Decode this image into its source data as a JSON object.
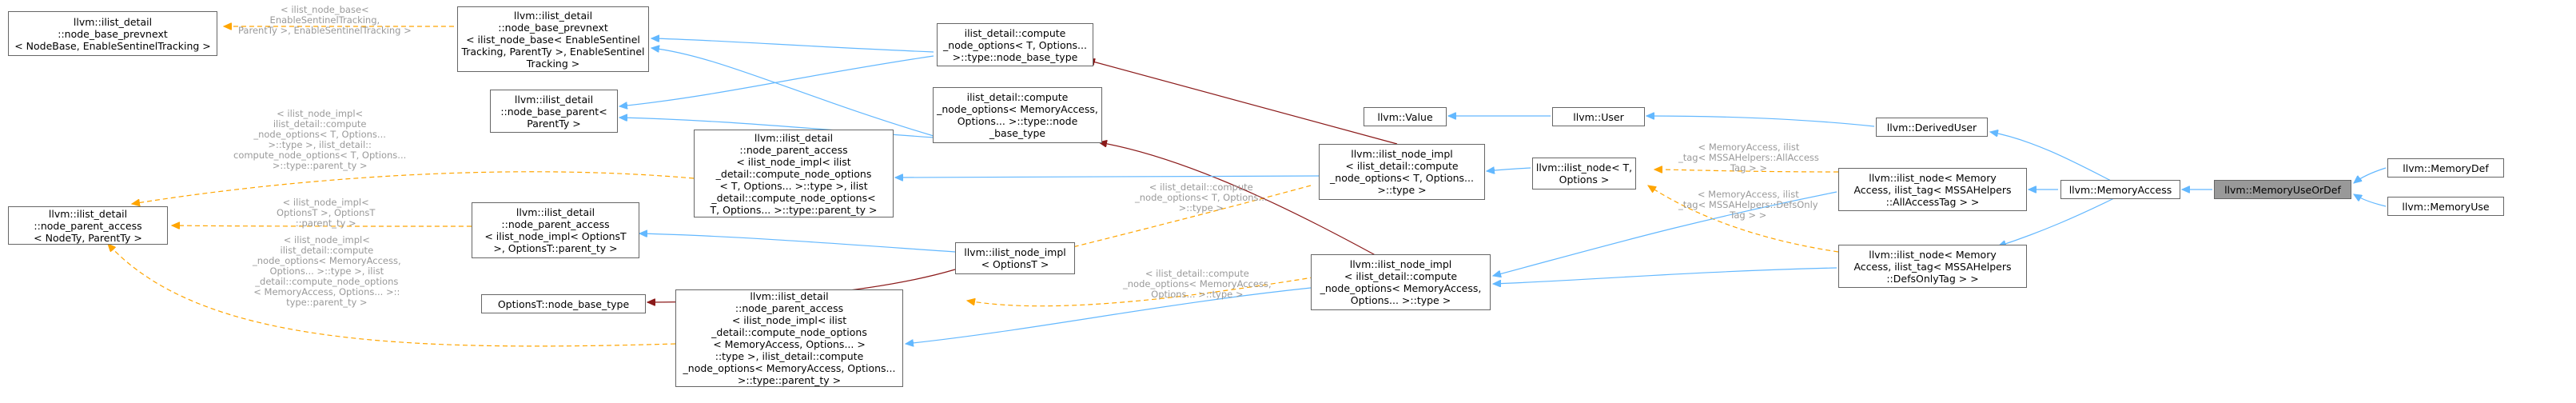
{
  "colors": {
    "inherit": "#63b8ff",
    "template": "#ffa500",
    "usage": "#8b1a1a",
    "label": "#9a9a9a",
    "node_border": "#666666",
    "highlight": "#999999"
  },
  "nodes": {
    "ipn": [
      "llvm::ilist_detail",
      "::node_base_prevnext",
      "< NodeBase, EnableSentinelTracking >"
    ],
    "ipa": [
      "llvm::ilist_detail",
      "::node_parent_access",
      "< NodeTy, ParentTy >"
    ],
    "ibp": [
      "llvm::ilist_detail",
      "::node_base_prevnext",
      "< ilist_node_base< EnableSentinel",
      "Tracking, ParentTy >, EnableSentinel",
      "Tracking >"
    ],
    "ibpar": [
      "llvm::ilist_detail",
      "::node_base_parent<",
      "ParentTy >"
    ],
    "nbt1": [
      "ilist_detail::compute",
      "_node_options< T, Options...",
      ">::type::node_base_type"
    ],
    "nbt2": [
      "ilist_detail::compute",
      "_node_options< MemoryAccess,",
      "Options... >::type::node",
      "_base_type"
    ],
    "npa1": [
      "llvm::ilist_detail",
      "::node_parent_access",
      "< ilist_node_impl< ilist",
      "_detail::compute_node_options",
      "< T, Options... >::type >, ilist",
      "_detail::compute_node_options<",
      "T, Options... >::type::parent_ty >"
    ],
    "npa2": [
      "llvm::ilist_detail",
      "::node_parent_access",
      "< ilist_node_impl< OptionsT",
      ">, OptionsT::parent_ty >"
    ],
    "onbt": [
      "OptionsT::node_base_type"
    ],
    "npa3": [
      "llvm::ilist_detail",
      "::node_parent_access",
      "< ilist_node_impl< ilist",
      "_detail::compute_node_options",
      "< MemoryAccess, Options... >",
      "::type >, ilist_detail::compute",
      "_node_options< MemoryAccess, Options...",
      ">::type::parent_ty >"
    ],
    "ini_opt": [
      "llvm::ilist_node_impl",
      "< OptionsT >"
    ],
    "ini_t": [
      "llvm::ilist_node_impl",
      "< ilist_detail::compute",
      "_node_options< T, Options...",
      ">::type >"
    ],
    "ini_ma": [
      "llvm::ilist_node_impl",
      "< ilist_detail::compute",
      "_node_options< MemoryAccess,",
      "Options... >::type >"
    ],
    "value": [
      "llvm::Value"
    ],
    "user": [
      "llvm::User"
    ],
    "in_t": [
      "llvm::ilist_node< T,",
      "Options >"
    ],
    "du": [
      "llvm::DerivedUser"
    ],
    "in_all": [
      "llvm::ilist_node< Memory",
      "Access, ilist_tag< MSSAHelpers",
      "::AllAccessTag > >"
    ],
    "in_defs": [
      "llvm::ilist_node< Memory",
      "Access, ilist_tag< MSSAHelpers",
      "::DefsOnlyTag > >"
    ],
    "ma": [
      "llvm::MemoryAccess"
    ],
    "muod": [
      "llvm::MemoryUseOrDef"
    ],
    "mdef": [
      "llvm::MemoryDef"
    ],
    "muse": [
      "llvm::MemoryUse"
    ]
  },
  "labels": {
    "l_ipn": [
      "< ilist_node_base<",
      "EnableSentinelTracking,",
      "ParentTy >, EnableSentinelTracking >"
    ],
    "l_ipa1": [
      "< ilist_node_impl<",
      "ilist_detail::compute",
      "_node_options< T, Options...",
      ">::type >, ilist_detail::",
      "compute_node_options< T, Options...",
      ">::type::parent_ty >"
    ],
    "l_ipa2": [
      "< ilist_node_impl<",
      "OptionsT >, OptionsT",
      "::parent_ty >"
    ],
    "l_ipa3": [
      "< ilist_node_impl<",
      "ilist_detail::compute",
      "_node_options< MemoryAccess,",
      "Options... >::type >, ilist",
      "_detail::compute_node_options",
      "< MemoryAccess, Options... >::",
      "type::parent_ty >"
    ],
    "l_ini1": [
      "< ilist_detail::compute",
      "_node_options< T, Options...",
      ">::type >"
    ],
    "l_ini2": [
      "< ilist_detail::compute",
      "_node_options< MemoryAccess,",
      "Options... >::type >"
    ],
    "l_in1": [
      "< MemoryAccess, ilist",
      "_tag< MSSAHelpers::AllAccess",
      "Tag > >"
    ],
    "l_in2": [
      "< MemoryAccess, ilist",
      "_tag< MSSAHelpers::DefsOnly",
      "Tag > >"
    ]
  }
}
